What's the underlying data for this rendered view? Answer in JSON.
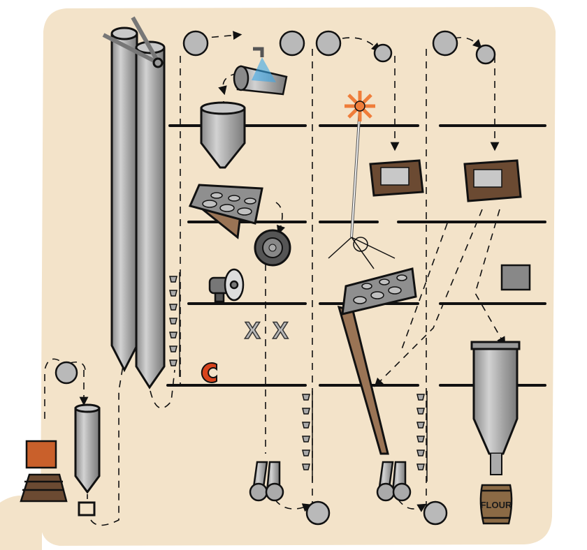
{
  "diagram": {
    "type": "flour-mill-process",
    "background_color": "#f3e3c9",
    "colors": {
      "outline": "#111111",
      "metal": "#a8a8a8",
      "metal_dark": "#6e6e6e",
      "rust": "#c9602b",
      "wood": "#6b4a32",
      "tan": "#9a7455",
      "water": "#3aa7e8",
      "magnet": "#d8431c",
      "brush": "#ef7d3a"
    },
    "components": [
      {
        "id": "rail-wagon",
        "name": "Rail wagon"
      },
      {
        "id": "intake-hopper",
        "name": "Intake hopper"
      },
      {
        "id": "storage-silos",
        "name": "Storage silos"
      },
      {
        "id": "bucket-elevator-1",
        "name": "Bucket elevator"
      },
      {
        "id": "washer-drum",
        "name": "Washing drum"
      },
      {
        "id": "tempering-bin",
        "name": "Tempering bin"
      },
      {
        "id": "sieve-1",
        "name": "Sieve"
      },
      {
        "id": "scourer",
        "name": "Scourer"
      },
      {
        "id": "aspirator-fan",
        "name": "Aspirator fan"
      },
      {
        "id": "crossed-blades",
        "name": "Crossed blades"
      },
      {
        "id": "magnet",
        "name": "Magnetic separator"
      },
      {
        "id": "rollers-1",
        "name": "Break rollers"
      },
      {
        "id": "bucket-elevator-2",
        "name": "Bucket elevator"
      },
      {
        "id": "brush-machine",
        "name": "Bran brush"
      },
      {
        "id": "purifier-1",
        "name": "Purifier"
      },
      {
        "id": "purifier-2",
        "name": "Purifier"
      },
      {
        "id": "sieve-2",
        "name": "Plansifter"
      },
      {
        "id": "rollers-2",
        "name": "Reduction rollers"
      },
      {
        "id": "bucket-elevator-3",
        "name": "Bucket elevator"
      },
      {
        "id": "small-box",
        "name": "Grey box"
      },
      {
        "id": "flour-silo",
        "name": "Flour silo"
      },
      {
        "id": "flour-barrel",
        "name": "Flour barrel"
      }
    ],
    "barrel_label": "FLOUR"
  }
}
